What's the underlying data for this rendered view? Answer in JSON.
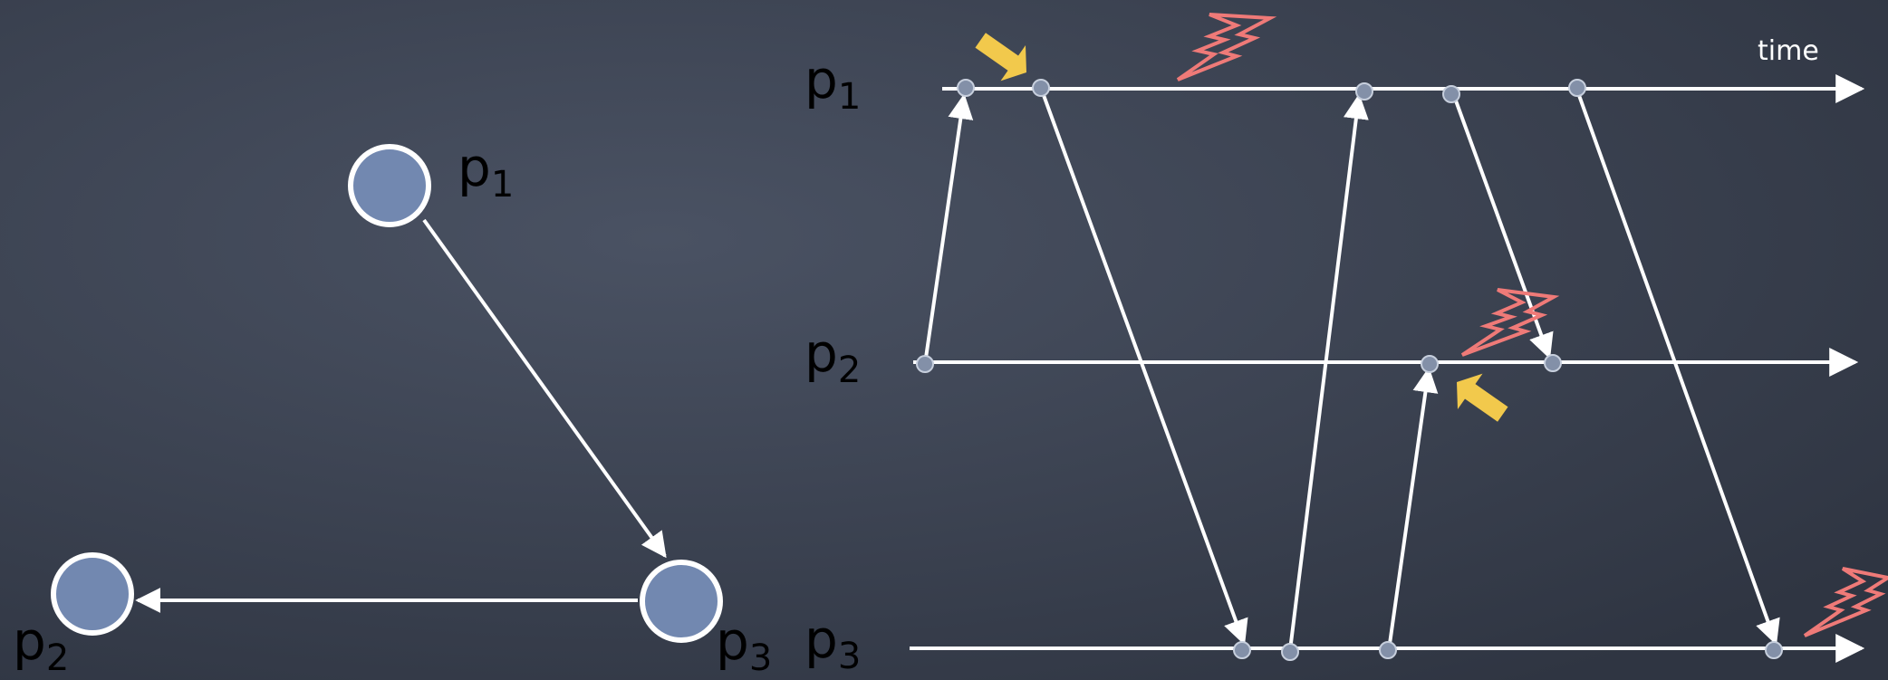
{
  "graph": {
    "nodes": [
      {
        "id": "p1",
        "label": "p",
        "sub": "1"
      },
      {
        "id": "p2",
        "label": "p",
        "sub": "2"
      },
      {
        "id": "p3",
        "label": "p",
        "sub": "3"
      }
    ],
    "edges": [
      {
        "from": "p1",
        "to": "p3"
      },
      {
        "from": "p3",
        "to": "p2"
      }
    ]
  },
  "timeline": {
    "axis_label": "time",
    "processes": [
      {
        "id": "p1",
        "label": "p",
        "sub": "1"
      },
      {
        "id": "p2",
        "label": "p",
        "sub": "2"
      },
      {
        "id": "p3",
        "label": "p",
        "sub": "3"
      }
    ],
    "messages": [
      {
        "from": "p2",
        "to": "p1"
      },
      {
        "from": "p1",
        "to": "p3"
      },
      {
        "from": "p3",
        "to": "p1"
      },
      {
        "from": "p1",
        "to": "p2"
      },
      {
        "from": "p3",
        "to": "p2"
      },
      {
        "from": "p1",
        "to": "p3"
      }
    ],
    "markers": [
      "yellow-arrow",
      "yellow-arrow",
      "lightning-bolt",
      "lightning-bolt",
      "lightning-bolt"
    ]
  },
  "colors": {
    "background": "#3a4150",
    "line": "#ffffff",
    "node_fill": "#7288b0",
    "event_dot": "#8390a8",
    "highlight_arrow": "#f2c94c",
    "lightning": "#ef7a78"
  }
}
